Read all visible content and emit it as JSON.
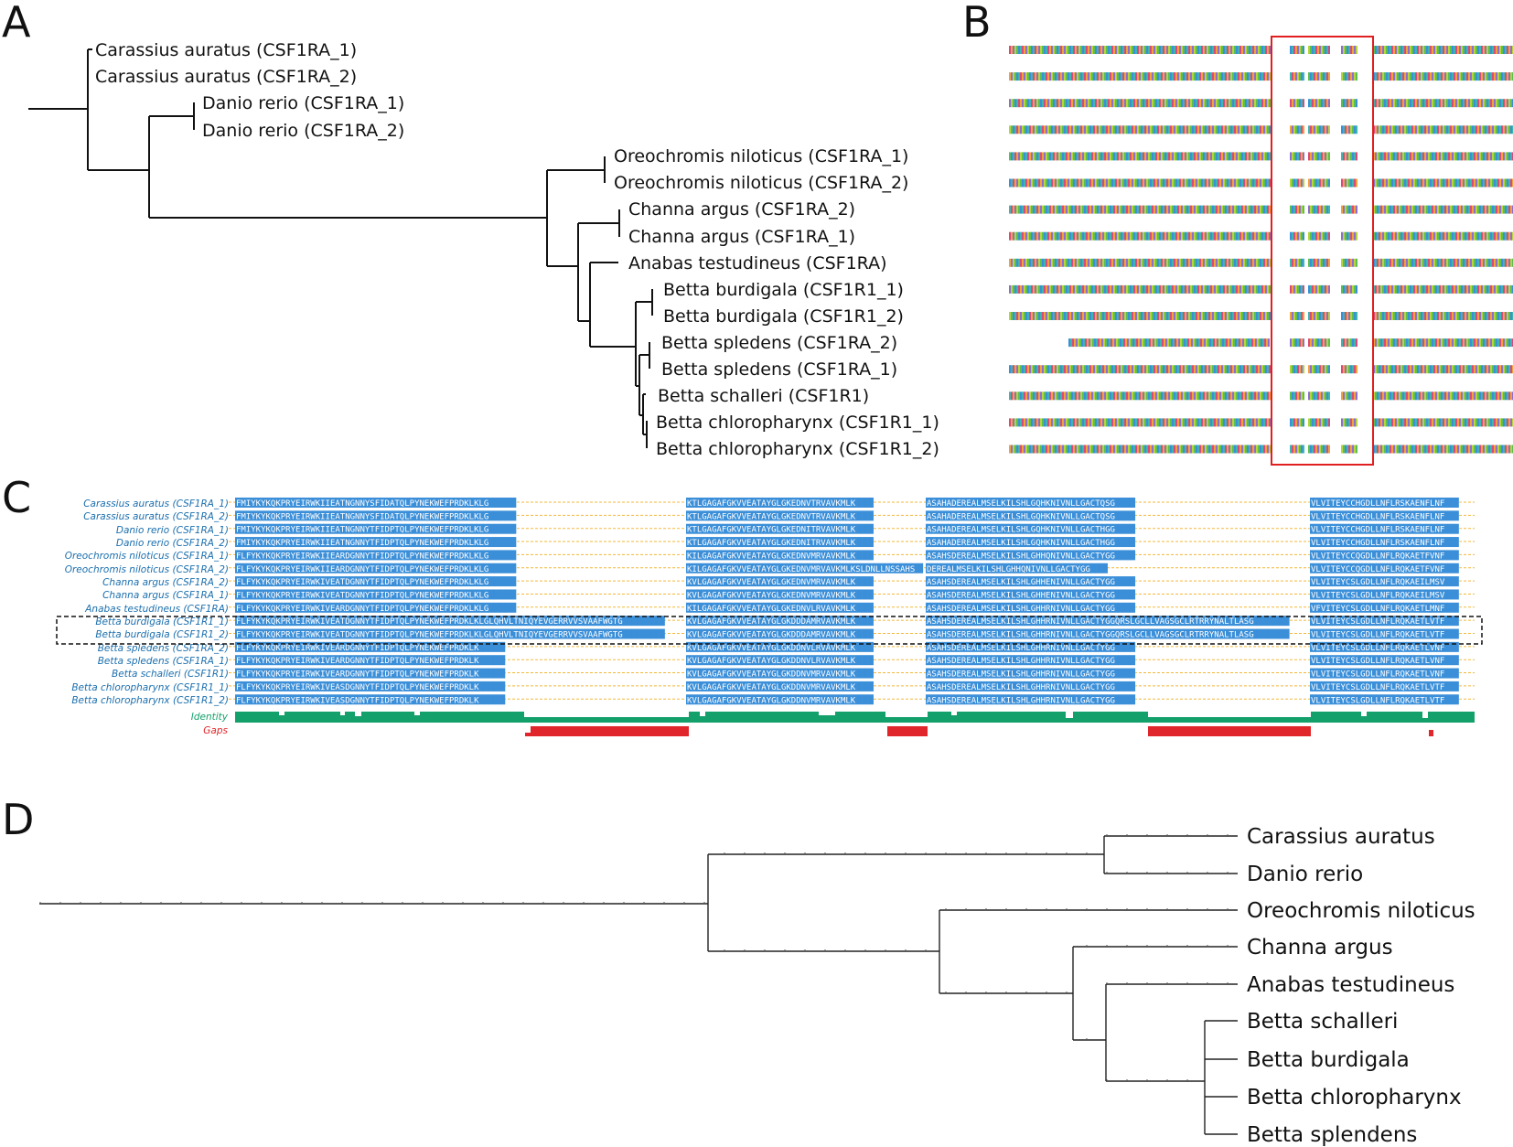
{
  "panels": {
    "a": "A",
    "b": "B",
    "c": "C",
    "d": "D"
  },
  "colors": {
    "tree_line": "#111111",
    "selection_box": "#e02020",
    "identity_bar": "#13a06b",
    "gaps_bar": "#e0262a",
    "seq_name": "#1b6fae",
    "residue_palette": [
      "#3b8fd9",
      "#f0a23a",
      "#5cbf4e",
      "#d94a7a",
      "#b7d43a",
      "#3bb6b0",
      "#8a6fd1"
    ]
  },
  "tree_a": {
    "leaves": [
      "Carassius auratus (CSF1RA_1)",
      "Carassius auratus (CSF1RA_2)",
      "Danio rerio (CSF1RA_1)",
      "Danio rerio (CSF1RA_2)",
      "Oreochromis niloticus (CSF1RA_1)",
      "Oreochromis niloticus (CSF1RA_2)",
      "Channa argus (CSF1RA_2)",
      "Channa argus (CSF1RA_1)",
      "Anabas testudineus (CSF1RA)",
      "Betta burdigala (CSF1R1_1)",
      "Betta burdigala (CSF1R1_2)",
      "Betta spledens (CSF1RA_2)",
      "Betta spledens (CSF1RA_1)",
      "Betta schalleri (CSF1R1)",
      "Betta chloropharynx (CSF1R1_1)",
      "Betta chloropharynx (CSF1R1_2)"
    ]
  },
  "alignment": {
    "names": [
      "Carassius auratus (CSF1RA_1)",
      "Carassius auratus (CSF1RA_2)",
      "Danio rerio (CSF1RA_1)",
      "Danio rerio (CSF1RA_2)",
      "Oreochromis niloticus (CSF1RA_1)",
      "Oreochromis niloticus (CSF1RA_2)",
      "Channa argus (CSF1RA_2)",
      "Channa argus (CSF1RA_1)",
      "Anabas testudineus (CSF1RA)",
      "Betta burdigala (CSF1R1_1)",
      "Betta burdigala (CSF1R1_2)",
      "Betta spledens (CSF1RA_2)",
      "Betta spledens (CSF1RA_1)",
      "Betta schalleri (CSF1R1)",
      "Betta chloropharynx (CSF1R1_1)",
      "Betta chloropharynx (CSF1R1_2)"
    ],
    "identity_label": "Identity",
    "gaps_label": "Gaps",
    "blocks": [
      [
        "FMIYKYKQKPRYEIRWKIIEATNGNNYSFIDATQLPYNEKWEFPRDKLKLG",
        "KTLGAGAFGKVVEATAYGLGKEDNVTRVAVKMLK",
        "ASAHADEREALMSELKILSHLGQHKNIVNLLGACTQSG",
        "VLVITEYCCHGDLLNFLRSKAENFLNF"
      ],
      [
        "FMIYKYKQKPRYEIRWKIIEATNGNNYSFIDATQLPYNEKWEFPRDKLKLG",
        "KTLGAGAFGKVVEATAYGLGKEDNVTRVAVKMLK",
        "ASAHADEREALMSELKILSHLGQHKNIVNLLGACTQSG",
        "VLVITEYCCHGDLLNFLRSKAENFLNF"
      ],
      [
        "FMIYKYKQKPRYEIRWKIIEATNGNNYTFIDPTQLPYNEKWEFPRDKLKLG",
        "KTLGAGAFGKVVEATAYGLGKEDNITRVAVKMLK",
        "ASAHADEREALMSELKILSHLGQHKNIVNLLGACTHGG",
        "VLVITEYCCHGDLLNFLRSKAENFLNF"
      ],
      [
        "FMIYKYKQKPRYEIRWKIIEATNGNNYTFIDPTQLPYNEKWEFPRDKLKLG",
        "KTLGAGAFGKVVEATAYGLGKEDNITRVAVKMLK",
        "ASAHADEREALMSELKILSHLGQHKNIVNLLGACTHGG",
        "VLVITEYCCHGDLLNFLRSKAENFLNF"
      ],
      [
        "FLFYKYKQKPRYEIRWKIIEARDGNNYTFIDPTQLPYNEKWEFPRDKLKLG",
        "KILGAGAFGKVVEATAYGLGKEDNVMRVAVKMLK",
        "ASAHSDEREALMSELKILSHLGHHQNIVNLLGACTYGG",
        "VLVITEYCCQGDLLNFLRQKAETFVNF"
      ],
      [
        "FLFYKYKQKPRYEIRWKIIEARDGNNYTFIDPTQLPYNEKWEFPRDKLKLG",
        "KILGAGAFGKVVEATAYGLGKEDNVMRVAVKMLKSLDNLLNSSAHS",
        "DEREALMSELKILSHLGHHQNIVNLLGACTYGG",
        "VLVITEYCCQGDLLNFLRQKAETFVNF"
      ],
      [
        "FLFYKYKQKPRYEIRWKIVEATDGNNYTFIDPTQLPYNEKWEFPRDKLKLG",
        "KVLGAGAFGKVVEATAYGLGKEDNVMRVAVKMLK",
        "ASAHSDEREALMSELKILSHLGHHENIVNLLGACTYGG",
        "VLVITEYCSLGDLLNFLRQKAEILMSV"
      ],
      [
        "FLFYKYKQKPRYEIRWKIVEATDGNNYTFIDPTQLPYNEKWEFPRDKLKLG",
        "KVLGAGAFGKVVEATAYGLGKEDNVMRVAVKMLK",
        "ASAHSDEREALMSELKILSHLGHHENIVNLLGACTYGG",
        "VLVITEYCSLGDLLNFLRQKAEILMSV"
      ],
      [
        "FLFYKYKQKPRYEIRWKIVEARDGNNYTFIDPTQLPYNEKWEFPRDKLKLG",
        "KILGAGAFGKVVEATAYGLGKEDNVLRVAVKMLK",
        "ASAHSDEREALMSELKILSHLGHHRNIVNLLGACTYGG",
        "VFVITEYCSLGDLLNFLRQKAETLMNF"
      ],
      [
        "FLFYKYKQKPRYEIRWKIVEATDGNNYTFIDPTQLPYNEKWEFPRDKLKLGLQHVLTNIQYEVGERRVVSVAAFWGTG",
        "KVLGAGAFGKVVEATAYGLGKDDDAMRVAVKMLK",
        "ASAHSDEREALMSELKILSHLGHHRNIVNLLGACTYGGQRSLGCLLVAGSGCLRTRRYNALTLASG",
        "VLVITEYCSLGDLLNFLRQKAETLVTF"
      ],
      [
        "FLFYKYKQKPRYEIRWKIVEATDGNNYTFIDPTQLPYNEKWEFPRDKLKLGLQHVLTNIQYEVGERRVVSVAAFWGTG",
        "KVLGAGAFGKVVEATAYGLGKDDDAMRVAVKMLK",
        "ASAHSDEREALMSELKILSHLGHHRNIVNLLGACTYGGQRSLGCLLVAGSGCLRTRRYNALTLASG",
        "VLVITEYCSLGDLLNFLRQKAETLVTF"
      ],
      [
        "FLFYKYKQKPRYEIRWKIVEARDGNNYTFIDPTQLPYNEKWEFPRDKLK",
        "KVLGAGAFGKVVEATAYGLGKDDNVLRVAVKMLK",
        "ASAHSDEREALMSELKILSHLGHHRNIVNLLGACTYGG",
        "VLVITEYCSLGDLLNFLRQKAETLVNF"
      ],
      [
        "FLFYKYKQKPRYEIRWKIVEARDGNNYTFIDPTQLPYNEKWEFPRDKLK",
        "KVLGAGAFGKVVEATAYGLGKDDNVLRVAVKMLK",
        "ASAHSDEREALMSELKILSHLGHHRNIVNLLGACTYGG",
        "VLVITEYCSLGDLLNFLRQKAETLVNF"
      ],
      [
        "FLFYKYKQKPRYEIRWKIVEARDGNNYTFIDPTQLPYNEKWEFPRDKLK",
        "KVLGAGAFGKVVEATAYGLGKDDNVMRVAVKMLK",
        "ASAHSDEREALMSELKILSHLGHHRNIVNLLGACTYGG",
        "VLVITEYCSLGDLLNFLRQKAETLVNF"
      ],
      [
        "FLFYKYKQKPRYEIRWKIVEASDGNNYTFIDPTQLPYNEKWEFPRDKLK",
        "KVLGAGAFGKVVEATAYGLGKDDNVMRVAVKMLK",
        "ASAHSDEREALMSELKILSHLGHHRNIVNLLGACTYGG",
        "VLVITEYCSLGDLLNFLRQKAETLVTF"
      ],
      [
        "FLFYKYKQKPRYEIRWKIVEASDGNNYTFIDPTQLPYNEKWEFPRDKLK",
        "KVLGAGAFGKVVEATAYGLGKDDNVMRVAVKMLK",
        "ASAHSDEREALMSELKILSHLGHHRNIVNLLGACTYGG",
        "VLVITEYCSLGDLLNFLRQKAETLVTF"
      ]
    ]
  },
  "tree_d": {
    "leaves": [
      "Carassius auratus",
      "Danio rerio",
      "Oreochromis niloticus",
      "Channa argus",
      "Anabas testudineus",
      "Betta schalleri",
      "Betta burdigala",
      "Betta chloropharynx",
      "Betta splendens"
    ]
  }
}
